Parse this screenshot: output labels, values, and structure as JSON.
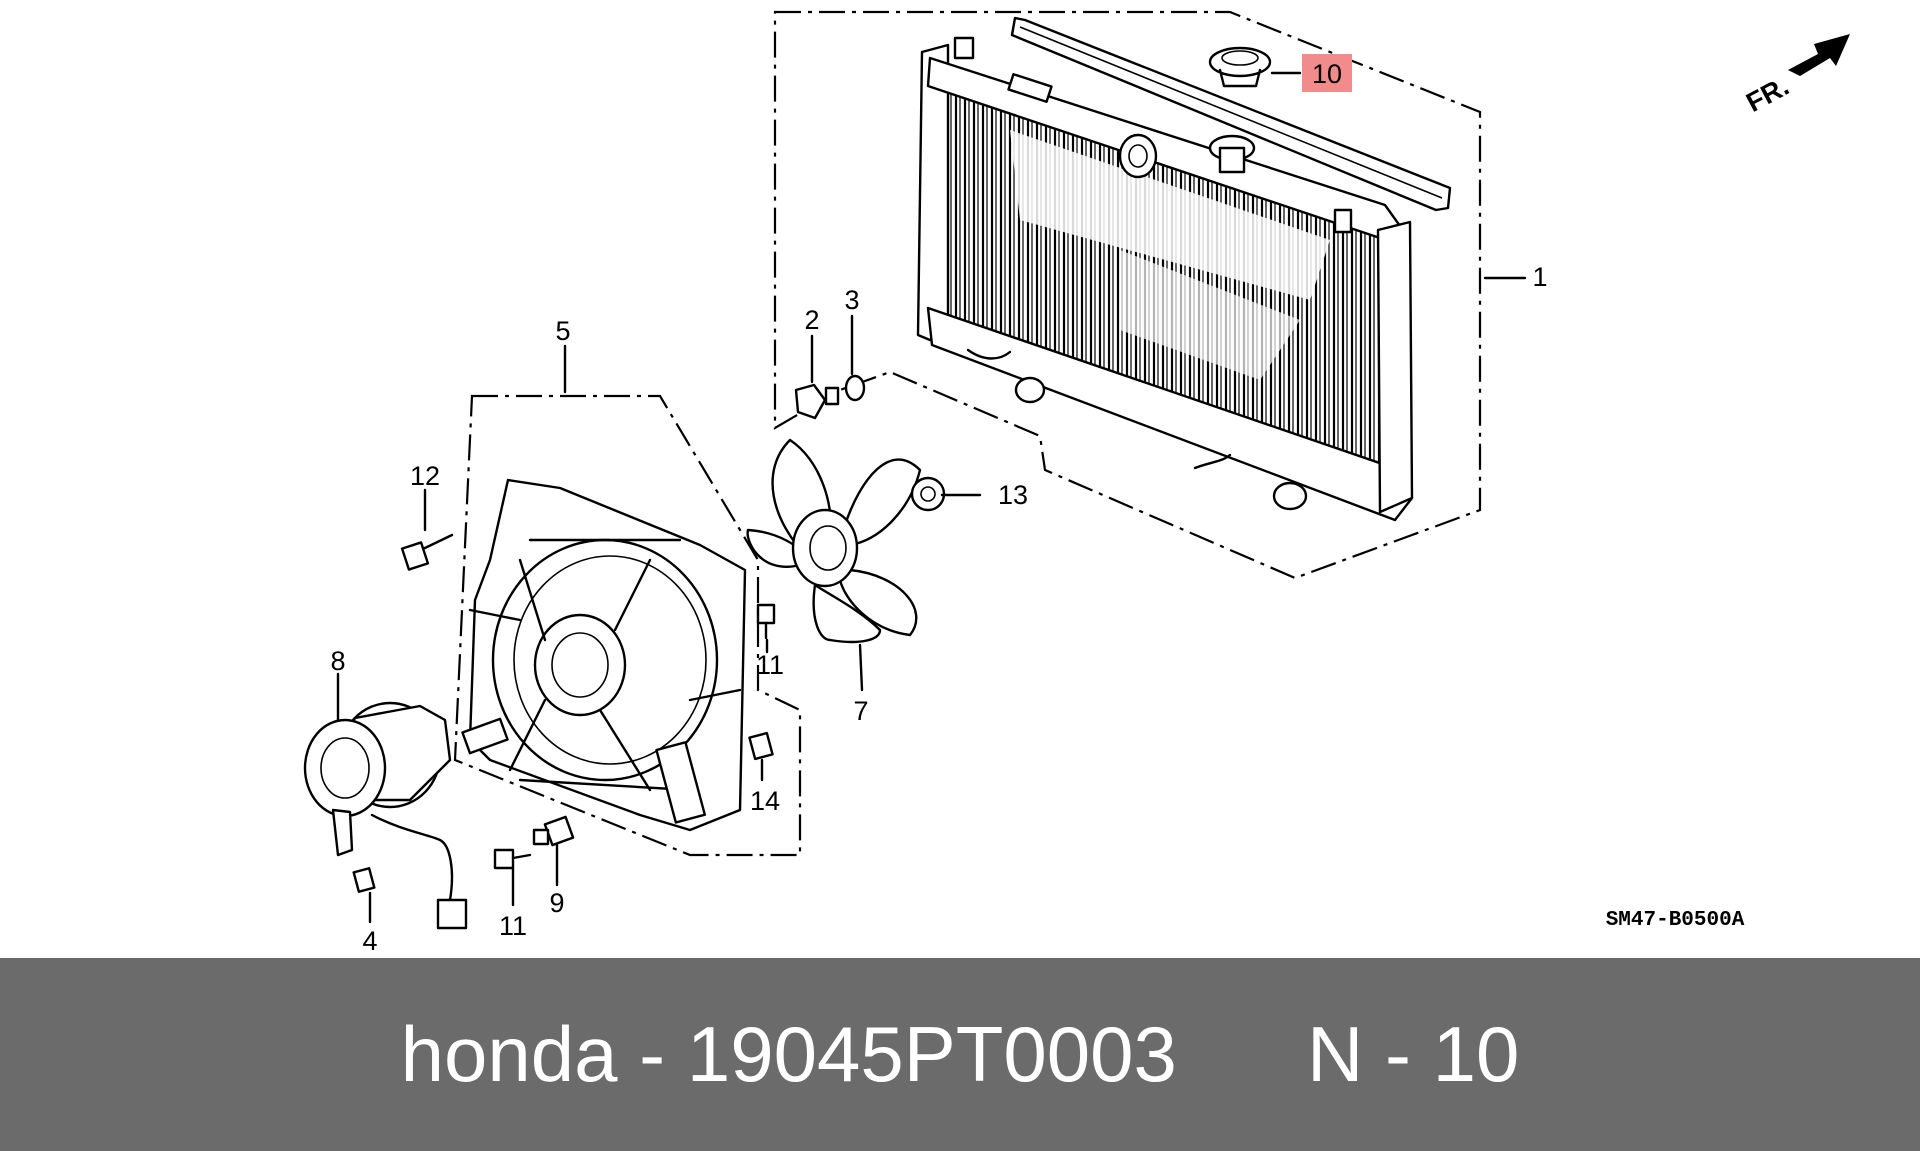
{
  "diagram": {
    "code": "SM47-B0500A",
    "front_marker": "FR.",
    "highlight_color": "#f28b8b",
    "highlighted_part": "10",
    "callouts": [
      "1",
      "2",
      "3",
      "4",
      "5",
      "7",
      "8",
      "9",
      "10",
      "11",
      "11",
      "12",
      "13",
      "14"
    ]
  },
  "footer": {
    "brand": "honda",
    "separator": " - ",
    "part_number": "19045PT0003",
    "ref_prefix": "N",
    "ref_separator": " - ",
    "ref_number": "10",
    "background": "#6b6b6b"
  }
}
